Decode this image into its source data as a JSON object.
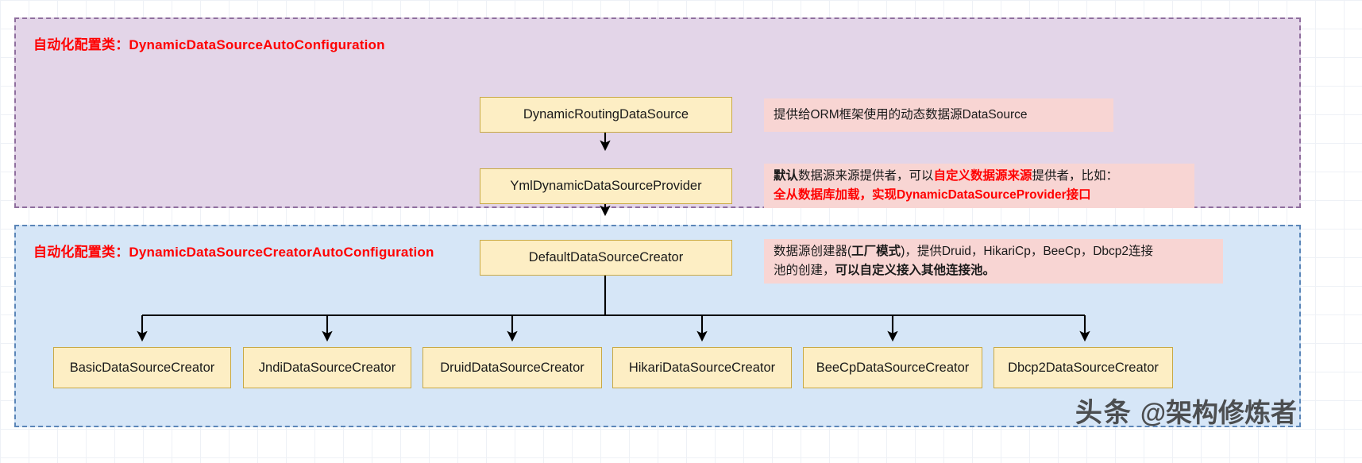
{
  "diagram": {
    "regions": [
      {
        "id": "auto-config-region",
        "title_prefix": "自动化配置类：",
        "title_class": "DynamicDataSourceAutoConfiguration",
        "fill_color": "#e3d5e8",
        "border_color": "#8f6f9e"
      },
      {
        "id": "creator-auto-config-region",
        "title_prefix": "自动化配置类：",
        "title_class": "DynamicDataSourceCreatorAutoConfiguration",
        "fill_color": "#d6e6f7",
        "border_color": "#5b86b8"
      }
    ],
    "nodes": {
      "dynamic_routing_data_source": "DynamicRoutingDataSource",
      "yml_dynamic_data_source_provider": "YmlDynamicDataSourceProvider",
      "default_data_source_creator": "DefaultDataSourceCreator",
      "creators": [
        "BasicDataSourceCreator",
        "JndiDataSourceCreator",
        "DruidDataSourceCreator",
        "HikariDataSourceCreator",
        "BeeCpDataSourceCreator",
        "Dbcp2DataSourceCreator"
      ]
    },
    "notes": {
      "routing": {
        "lines": [
          [
            {
              "t": "提供给ORM框架使用的动态数据源DataSource",
              "s": "normal"
            }
          ]
        ]
      },
      "provider": {
        "lines": [
          [
            {
              "t": "默认",
              "s": "bold"
            },
            {
              "t": "数据源来源提供者，可以",
              "s": "normal"
            },
            {
              "t": "自定义数据源来源",
              "s": "red-bold"
            },
            {
              "t": "提供者，比如：",
              "s": "normal"
            }
          ],
          [
            {
              "t": "全从数据库加载，实现DynamicDataSourceProvider接口",
              "s": "red-bold"
            }
          ]
        ]
      },
      "creator": {
        "lines": [
          [
            {
              "t": "数据源创建器(",
              "s": "normal"
            },
            {
              "t": "工厂模式",
              "s": "bold"
            },
            {
              "t": ")，提供Druid，HikariCp，BeeCp，Dbcp2连接",
              "s": "normal"
            }
          ],
          [
            {
              "t": "池的创建，",
              "s": "normal"
            },
            {
              "t": "可以自定义接入其他连接池。",
              "s": "bold"
            }
          ]
        ]
      }
    },
    "colors": {
      "node_fill": "#fdeec4",
      "node_border": "#c8a945",
      "note_fill": "#f8d5d3",
      "accent_red": "#ff0000",
      "arrow": "#000000"
    },
    "watermark": {
      "logo": "头条",
      "handle": "@架构修炼者"
    }
  }
}
